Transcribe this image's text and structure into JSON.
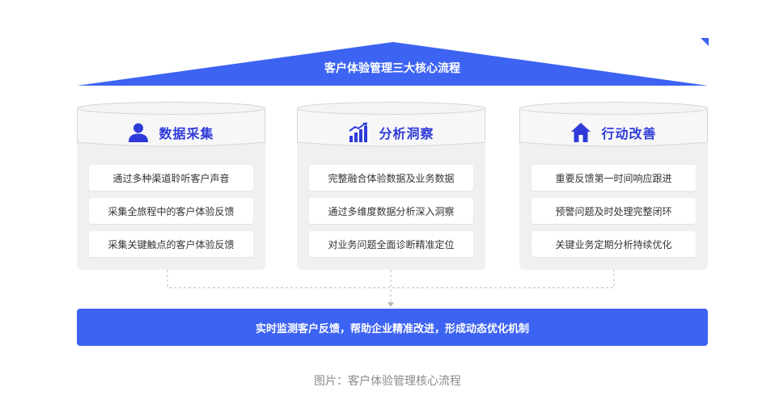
{
  "roof": {
    "title": "客户体验管理三大核心流程"
  },
  "columns": [
    {
      "icon": "user-icon",
      "title": "数据采集",
      "items": [
        "通过多种渠道聆听客户声音",
        "采集全旅程中的客户体验反馈",
        "采集关键触点的客户体验反馈"
      ]
    },
    {
      "icon": "growth-chart-icon",
      "title": "分析洞察",
      "items": [
        "完整融合体验数据及业务数据",
        "通过多维度数据分析深入洞察",
        "对业务问题全面诊断精准定位"
      ]
    },
    {
      "icon": "home-icon",
      "title": "行动改善",
      "items": [
        "重要反馈第一时间响应跟进",
        "预警问题及时处理完整闭环",
        "关键业务定期分析持续优化"
      ]
    }
  ],
  "bottom_bar": {
    "text": "实时监测客户反馈，帮助企业精准改进，形成动态优化机制"
  },
  "caption": "图片：客户体验管理核心流程",
  "colors": {
    "primary_blue": "#3d63f2",
    "title_blue": "#2f3bd9",
    "panel_gray": "#f0f0f2"
  }
}
